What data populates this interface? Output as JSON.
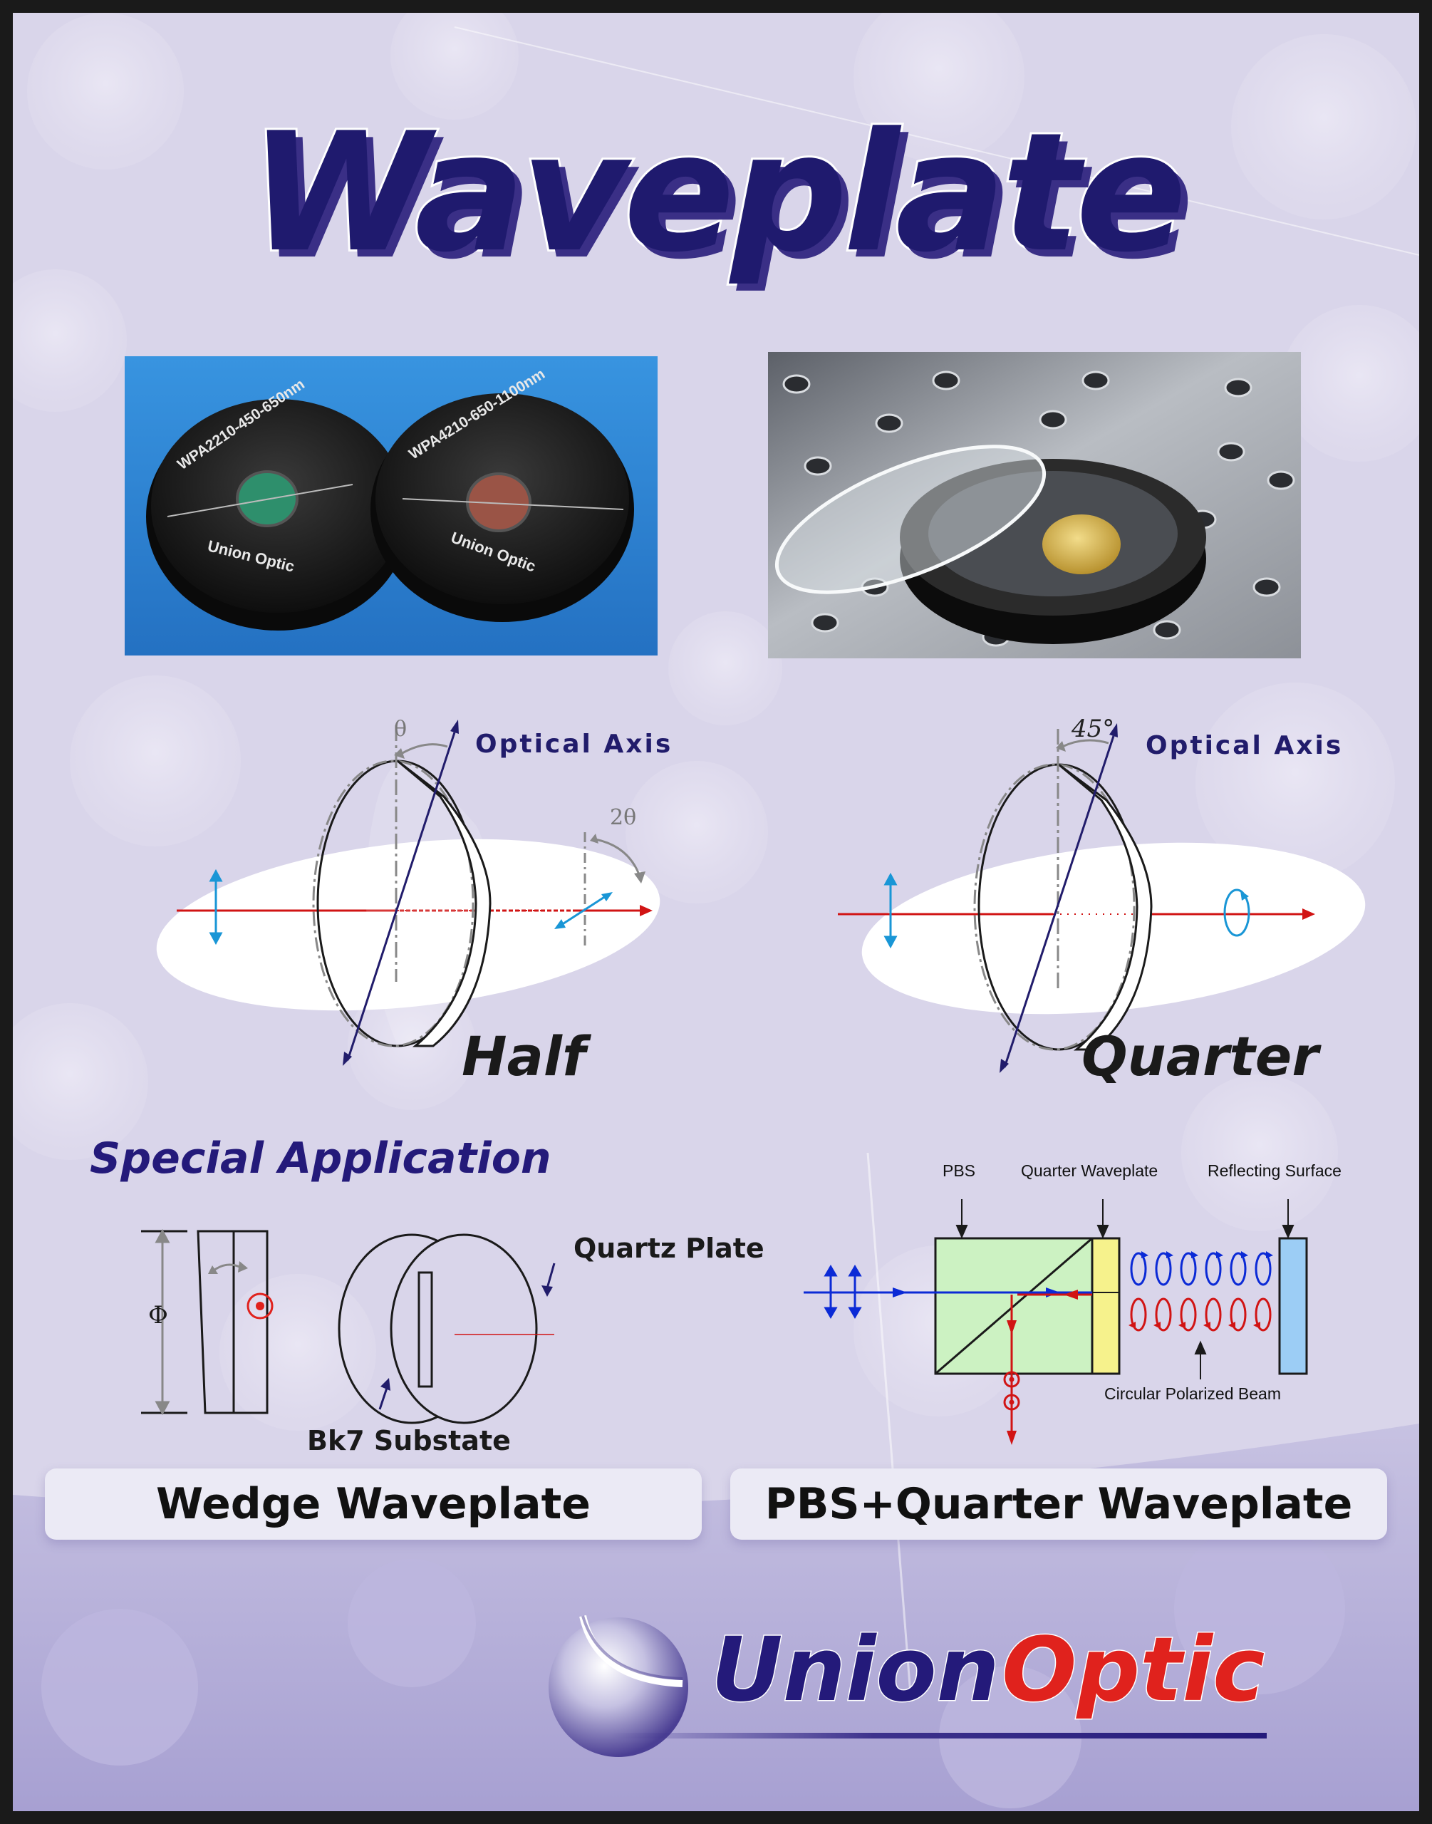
{
  "title": "Waveplate",
  "photos": {
    "left_part1": "WPA2210-450-650nm",
    "left_part2": "WPA4210-650-1100nm",
    "brand_engraving": "Union Optic"
  },
  "half": {
    "axis_label": "Optical Axis",
    "angle_label": "θ",
    "rot_label": "2θ",
    "name": "Half"
  },
  "quarter": {
    "axis_label": "Optical Axis",
    "angle_label": "45°",
    "name": "Quarter"
  },
  "special_heading": "Special Application",
  "wedge": {
    "phi_label": "Φ",
    "quartz_label": "Quartz Plate",
    "bk7_label": "Bk7 Substate",
    "panel_label": "Wedge Waveplate"
  },
  "pbs": {
    "pbs_label": "PBS",
    "qw_label": "Quarter Waveplate",
    "refl_label": "Reflecting Surface",
    "beam_label": "Circular Polarized Beam",
    "panel_label": "PBS+Quarter Waveplate"
  },
  "logo": {
    "word1": "Union",
    "word2": "Optic"
  },
  "colors": {
    "title_fill": "#1f1a6e",
    "brand_blue": "#241a7a",
    "brand_red": "#e0221d",
    "beam_red": "#d11414",
    "beam_blue": "#0b2ad6",
    "polar_cyan": "#1996d6"
  }
}
